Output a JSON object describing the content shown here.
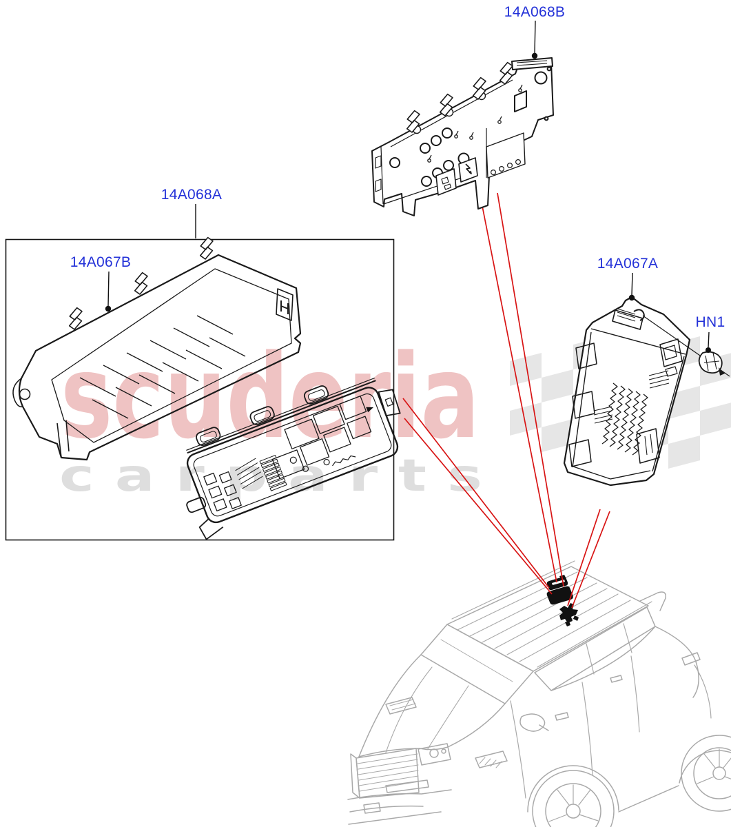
{
  "watermark": {
    "line1": "scuderia",
    "line2": "c a r p a r t s"
  },
  "labels": {
    "bracket": "14A068B",
    "assembly": "14A068A",
    "cover": "14A067B",
    "junction_box": "14A067A",
    "nut": "HN1"
  },
  "colors": {
    "label_blue": "#2331d8",
    "leader_red": "#d81414",
    "drawing_black": "#1a1a1a",
    "car_line_gray": "#a9a9a9",
    "watermark_pink": "#e8a8a8",
    "watermark_gray": "#dcdcdc"
  }
}
